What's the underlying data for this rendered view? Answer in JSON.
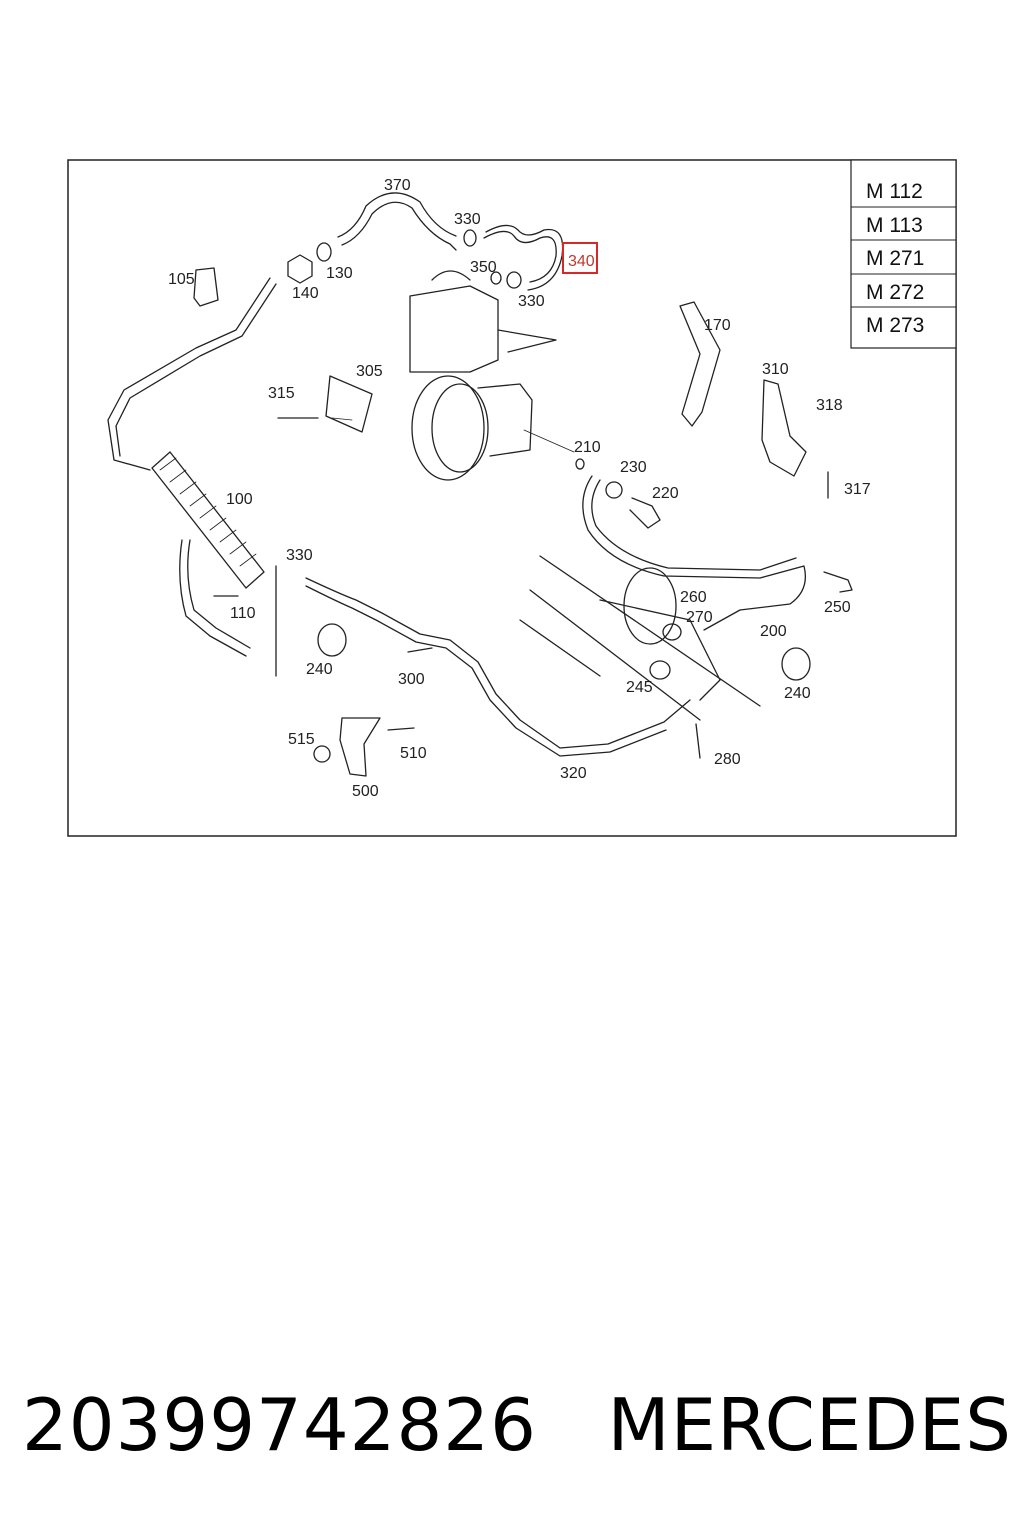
{
  "diagram": {
    "model_table": [
      "M 112",
      "M 113",
      "M 271",
      "M 272",
      "M 273"
    ],
    "part_labels": {
      "p370": "370",
      "p330a": "330",
      "p340": "340",
      "p350": "350",
      "p330b": "330",
      "p105": "105",
      "p140": "140",
      "p130": "130",
      "p170": "170",
      "p305": "305",
      "p315": "315",
      "p310": "310",
      "p318": "318",
      "p210": "210",
      "p230": "230",
      "p220": "220",
      "p317": "317",
      "p100": "100",
      "p330c": "330",
      "p110": "110",
      "p260": "260",
      "p250": "250",
      "p270": "270",
      "p200": "200",
      "p240a": "240",
      "p300": "300",
      "p245": "245",
      "p240b": "240",
      "p515": "515",
      "p510": "510",
      "p280": "280",
      "p320": "320",
      "p500": "500"
    },
    "highlighted_part": "340",
    "highlight_color": "#d62828"
  },
  "footer": {
    "part_number": "20399742826",
    "brand": "MERCEDES"
  }
}
